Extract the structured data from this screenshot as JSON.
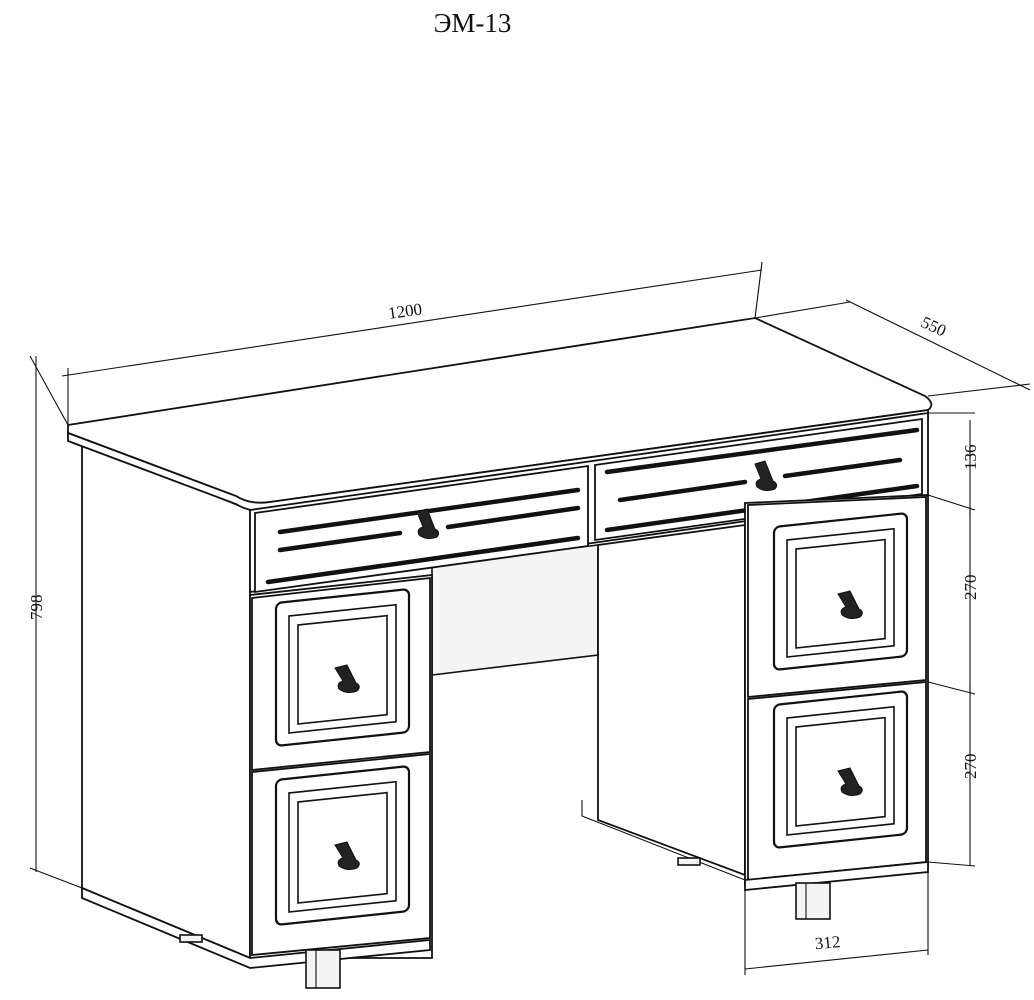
{
  "title": "ЭМ-13",
  "dimensions": {
    "width": "1200",
    "depth": "550",
    "height": "798",
    "top_drawer": "136",
    "upper_drawer": "270",
    "lower_drawer": "270",
    "pedestal_width": "312"
  }
}
